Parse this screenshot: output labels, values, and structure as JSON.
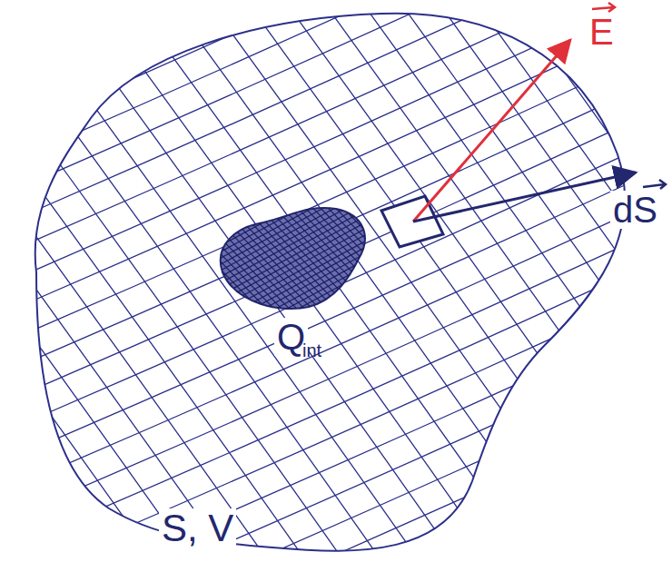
{
  "diagram": {
    "labels": [
      "E",
      "dS",
      "Q",
      "int",
      "S, V"
    ]
  }
}
